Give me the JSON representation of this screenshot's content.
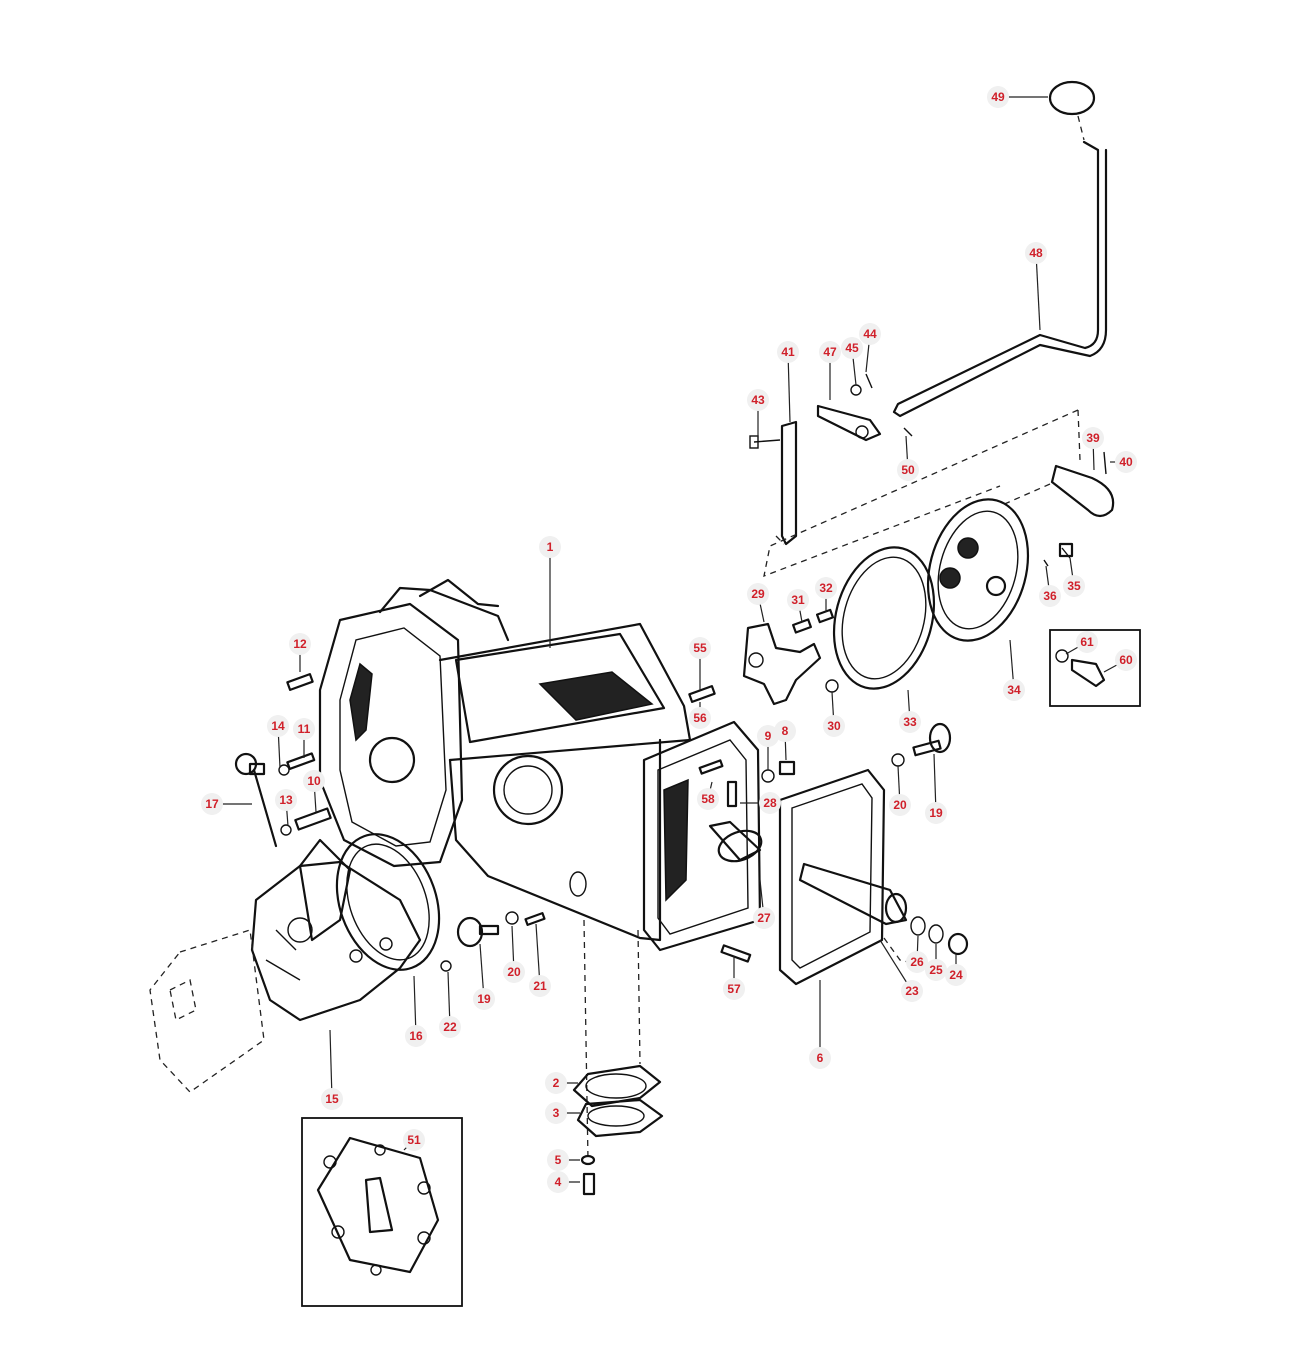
{
  "accent_color": "#d0202a",
  "callouts": [
    {
      "id": "49"
    },
    {
      "id": "48"
    },
    {
      "id": "41"
    },
    {
      "id": "47"
    },
    {
      "id": "45"
    },
    {
      "id": "44"
    },
    {
      "id": "43"
    },
    {
      "id": "50"
    },
    {
      "id": "39"
    },
    {
      "id": "40"
    },
    {
      "id": "1"
    },
    {
      "id": "29"
    },
    {
      "id": "31"
    },
    {
      "id": "32"
    },
    {
      "id": "35"
    },
    {
      "id": "36"
    },
    {
      "id": "12"
    },
    {
      "id": "55"
    },
    {
      "id": "61"
    },
    {
      "id": "60"
    },
    {
      "id": "34"
    },
    {
      "id": "56"
    },
    {
      "id": "30"
    },
    {
      "id": "33"
    },
    {
      "id": "14"
    },
    {
      "id": "11"
    },
    {
      "id": "9"
    },
    {
      "id": "8"
    },
    {
      "id": "10"
    },
    {
      "id": "17"
    },
    {
      "id": "13"
    },
    {
      "id": "58"
    },
    {
      "id": "28"
    },
    {
      "id": "20"
    },
    {
      "id": "19"
    },
    {
      "id": "27"
    },
    {
      "id": "20"
    },
    {
      "id": "21"
    },
    {
      "id": "26"
    },
    {
      "id": "25"
    },
    {
      "id": "24"
    },
    {
      "id": "16"
    },
    {
      "id": "22"
    },
    {
      "id": "19"
    },
    {
      "id": "57"
    },
    {
      "id": "23"
    },
    {
      "id": "6"
    },
    {
      "id": "15"
    },
    {
      "id": "2"
    },
    {
      "id": "3"
    },
    {
      "id": "51"
    },
    {
      "id": "5"
    },
    {
      "id": "4"
    }
  ]
}
